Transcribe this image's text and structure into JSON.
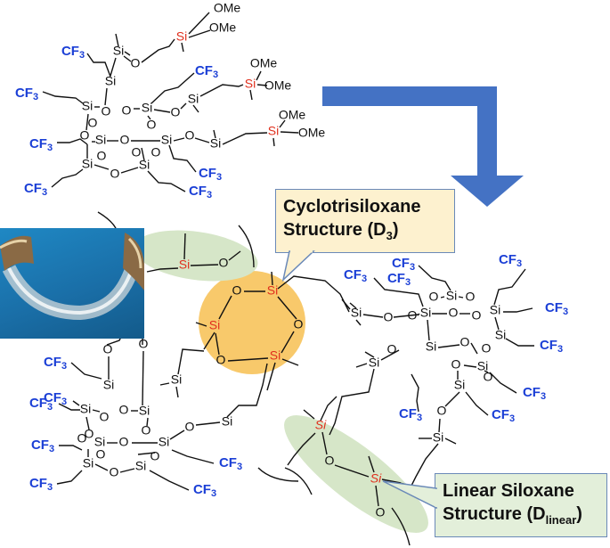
{
  "labels": {
    "si": "Si",
    "o": "O",
    "ome": "OMe",
    "cf3_main": "CF",
    "cf3_sub": "3"
  },
  "callouts": {
    "cyclotrisiloxane_line1": "Cyclotrisiloxane",
    "cyclotrisiloxane_line2": "Structure (D",
    "cyclotrisiloxane_sub": "3",
    "cyclotrisiloxane_close": ")",
    "linear_line1": "Linear Siloxane",
    "linear_line2": "Structure (D",
    "linear_sub": "linear",
    "linear_close": ")"
  },
  "colors": {
    "cf3": "#1b3fd6",
    "si_highlight": "#e0301e",
    "arrow": "#4472c4",
    "d3_highlight": "#f8c96b",
    "linear_highlight": "#d6e6c8",
    "bond": "#111111"
  },
  "icons": {
    "arrow": "down-right-bent-arrow",
    "photo": "flexible-film-photo"
  }
}
